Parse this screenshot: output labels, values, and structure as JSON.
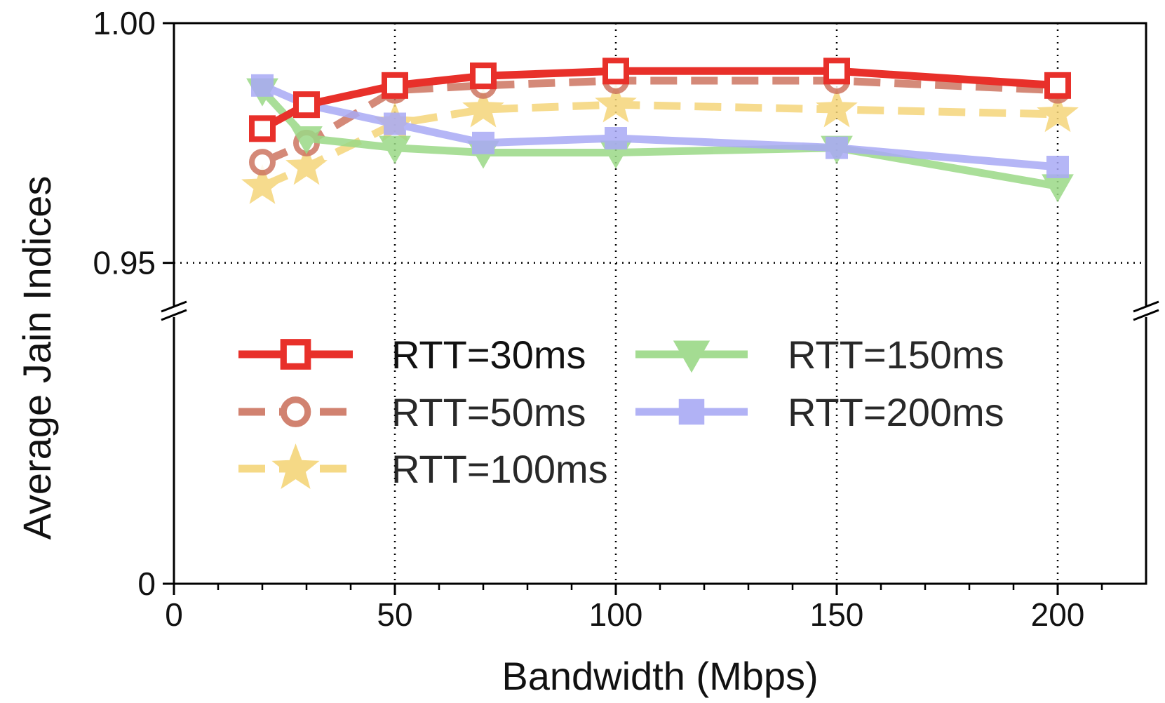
{
  "chart_data": {
    "type": "line",
    "title": "",
    "xlabel": "Bandwidth (Mbps)",
    "ylabel": "Average Jain Indices",
    "xlim": [
      0,
      220
    ],
    "x_ticks": [
      0,
      50,
      100,
      150,
      200
    ],
    "x_tick_labels": [
      "0",
      "50",
      "100",
      "150",
      "200"
    ],
    "y_axis_broken": true,
    "y_segments": [
      {
        "range": [
          0.94,
          1.0
        ],
        "ticks": [
          0.95,
          1.0
        ],
        "tick_labels": [
          "0.95",
          "1.00"
        ]
      },
      {
        "range": [
          0,
          0.94
        ],
        "ticks": [
          0
        ],
        "tick_labels": [
          "0"
        ]
      }
    ],
    "grid": {
      "x": [
        50,
        100,
        150,
        200
      ],
      "y": [
        0.95
      ],
      "style": "dotted"
    },
    "legend": {
      "placement": "lower-center",
      "columns": 2
    },
    "series": [
      {
        "name": "RTT=30ms",
        "color": "#e8302a",
        "dash": "solid",
        "marker": "square-open",
        "x": [
          20,
          30,
          50,
          70,
          100,
          150,
          200
        ],
        "y": [
          0.978,
          0.983,
          0.987,
          0.989,
          0.99,
          0.99,
          0.987
        ]
      },
      {
        "name": "RTT=50ms",
        "color": "#cd7561",
        "dash": "dashed",
        "marker": "circle-open",
        "x": [
          20,
          30,
          50,
          70,
          100,
          150,
          200
        ],
        "y": [
          0.971,
          0.975,
          0.986,
          0.987,
          0.988,
          0.988,
          0.986
        ]
      },
      {
        "name": "RTT=100ms",
        "color": "#f5d57a",
        "dash": "dashed",
        "marker": "star",
        "x": [
          20,
          30,
          50,
          70,
          100,
          150,
          200
        ],
        "y": [
          0.966,
          0.97,
          0.979,
          0.982,
          0.983,
          0.982,
          0.981
        ]
      },
      {
        "name": "RTT=150ms",
        "color": "#9bd987",
        "dash": "solid",
        "marker": "triangle-down",
        "x": [
          20,
          30,
          50,
          70,
          100,
          150,
          200
        ],
        "y": [
          0.986,
          0.976,
          0.974,
          0.973,
          0.973,
          0.974,
          0.966
        ]
      },
      {
        "name": "RTT=200ms",
        "color": "#a9aaf5",
        "dash": "solid",
        "marker": "square-filled",
        "x": [
          20,
          30,
          50,
          70,
          100,
          150,
          200
        ],
        "y": [
          0.987,
          0.983,
          0.979,
          0.975,
          0.976,
          0.974,
          0.97
        ]
      }
    ]
  }
}
